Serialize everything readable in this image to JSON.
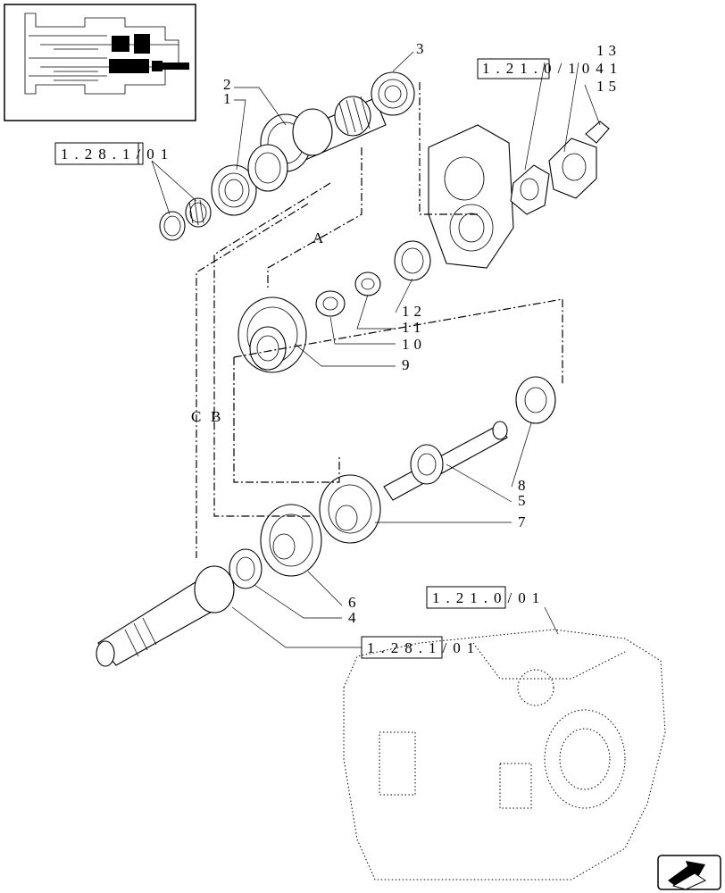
{
  "refs": {
    "r_1_28_top": "1.28.1/01",
    "r_1_21_top": "1.21.0/1041",
    "r_1_21_bottom": "1.21.0/01",
    "r_1_28_bottom": "1.28.1/01"
  },
  "callouts": {
    "c1": "1",
    "c2": "2",
    "c3": "3",
    "c4": "4",
    "c5": "5",
    "c6": "6",
    "c7": "7",
    "c8": "8",
    "c9": "9",
    "c10": "10",
    "c11": "11",
    "c12": "12",
    "c13": "13",
    "c15": "15"
  },
  "path_labels": {
    "A": "A",
    "B": "B",
    "C": "C"
  },
  "icons": {
    "thumbnail": "transmission-thumbnail-icon",
    "nav": "next-page-arrow-icon"
  }
}
